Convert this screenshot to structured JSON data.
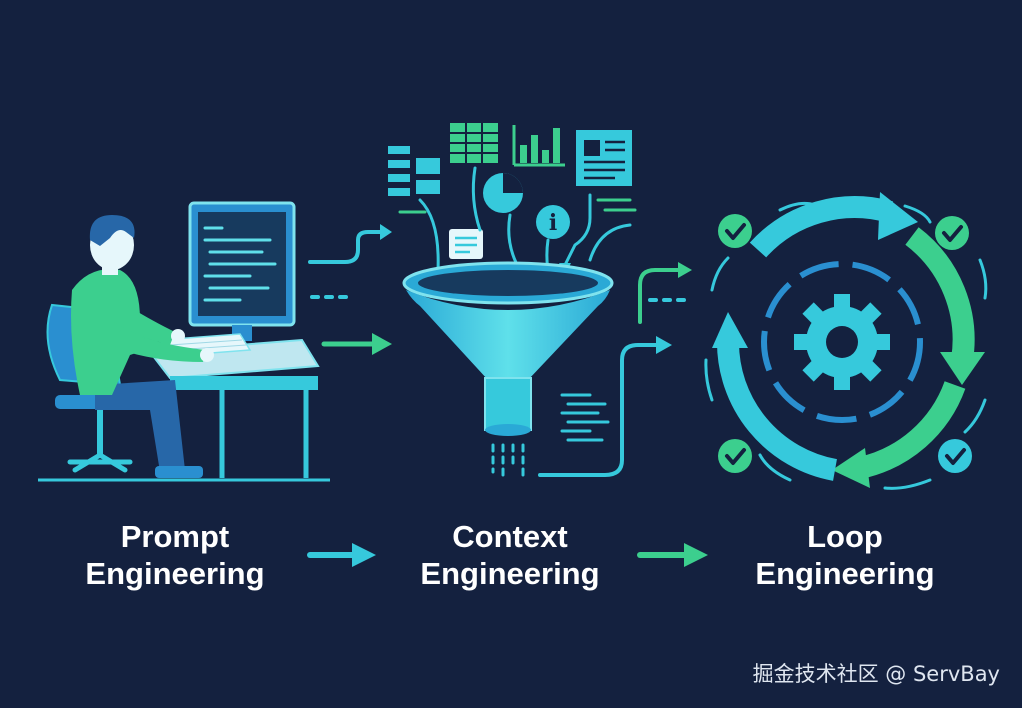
{
  "stages": [
    {
      "line1": "Prompt",
      "line2": "Engineering"
    },
    {
      "line1": "Context",
      "line2": "Engineering"
    },
    {
      "line1": "Loop",
      "line2": "Engineering"
    }
  ],
  "watermark": "掘金技术社区 @ ServBay",
  "icons": {
    "person": "person-at-computer-icon",
    "funnel": "funnel-icon",
    "loop": "cycle-gear-icon"
  },
  "colors": {
    "background": "#14213f",
    "cyan": "#36c9dc",
    "green": "#3ccf8e",
    "blue": "#2a8fd0"
  }
}
